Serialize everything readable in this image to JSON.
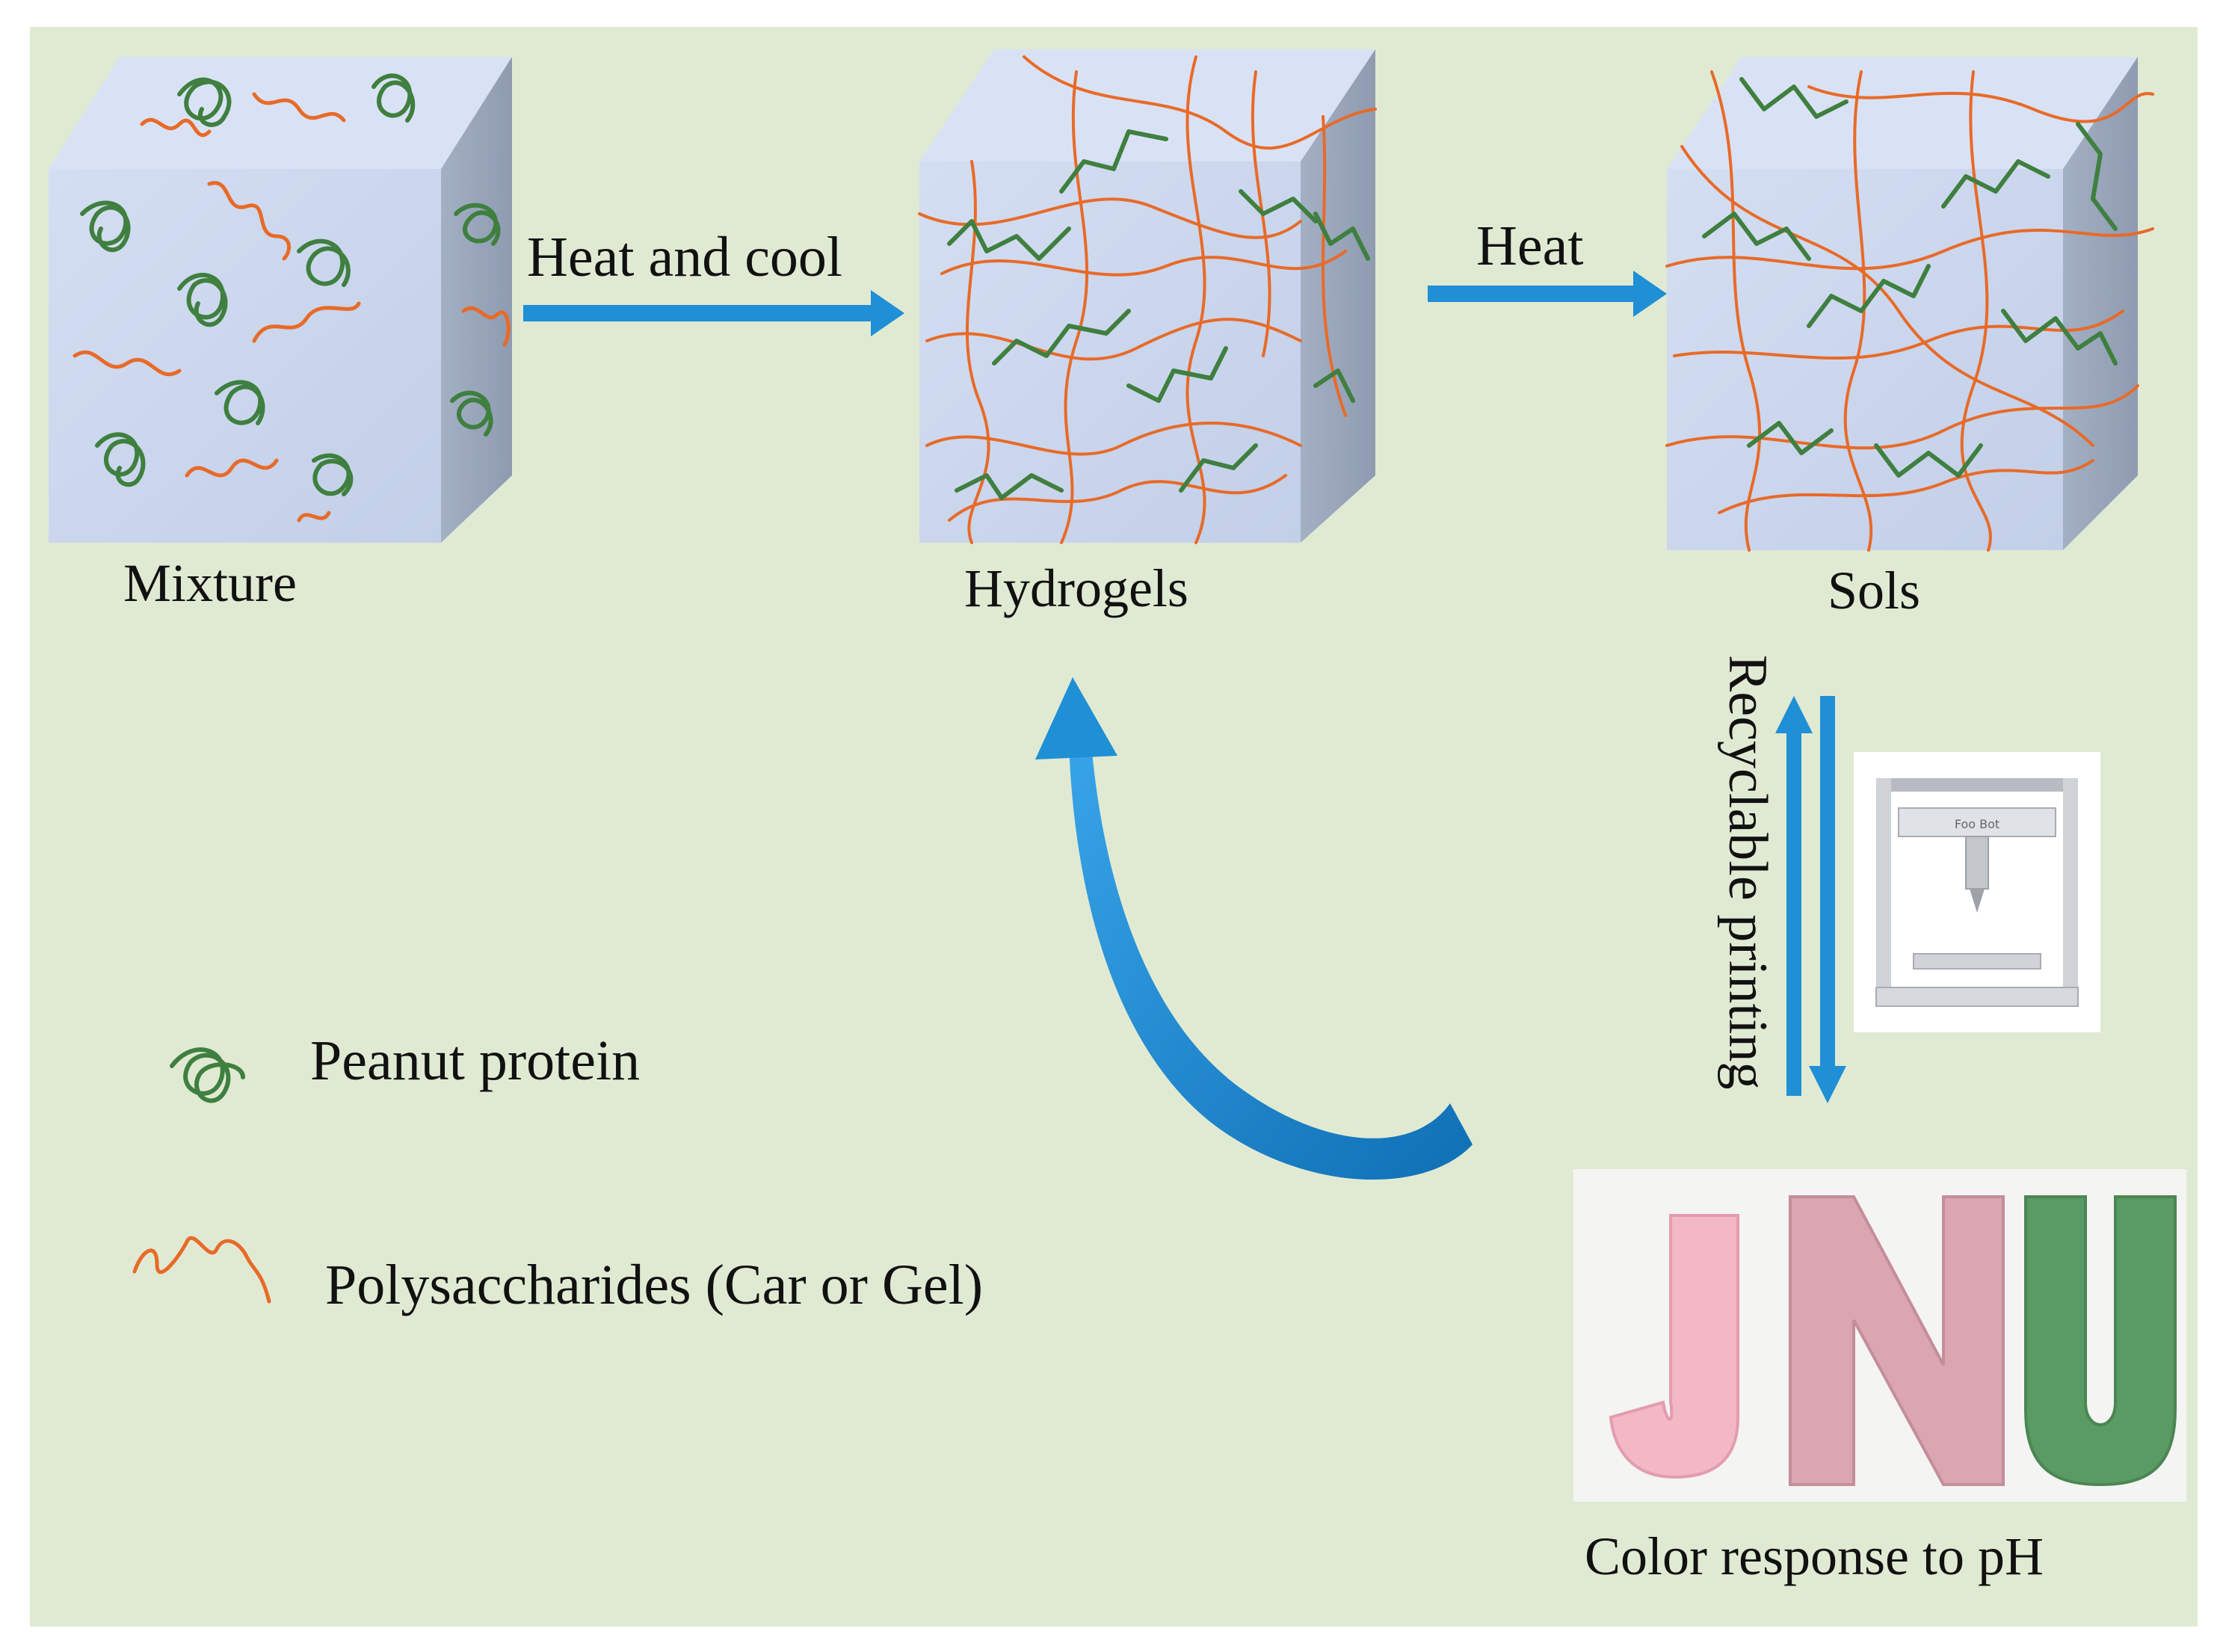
{
  "stages": {
    "mixture": "Mixture",
    "hydrogels": "Hydrogels",
    "sols": "Sols",
    "color_response": "Color response to pH"
  },
  "arrows": {
    "heat_and_cool": "Heat and cool",
    "heat": "Heat",
    "recyclable_printing": "Recyclable printing"
  },
  "legend": {
    "peanut_protein": "Peanut protein",
    "polysaccharides": "Polysaccharides (Car or Gel)"
  },
  "printer": {
    "brand": "Foo Bot"
  },
  "printed_letters": [
    {
      "letter": "J",
      "color": "#f2b8c6"
    },
    {
      "letter": "N",
      "color": "#d9a6b2"
    },
    {
      "letter": "U",
      "color": "#5a9a63"
    }
  ],
  "colors": {
    "background": "#e0ead3",
    "protein": "#3f7f3f",
    "polysaccharide": "#e86a28",
    "arrow": "#1f8fd6",
    "cube_face": "#c9d6ee",
    "cube_side": "#9aa8bd"
  }
}
